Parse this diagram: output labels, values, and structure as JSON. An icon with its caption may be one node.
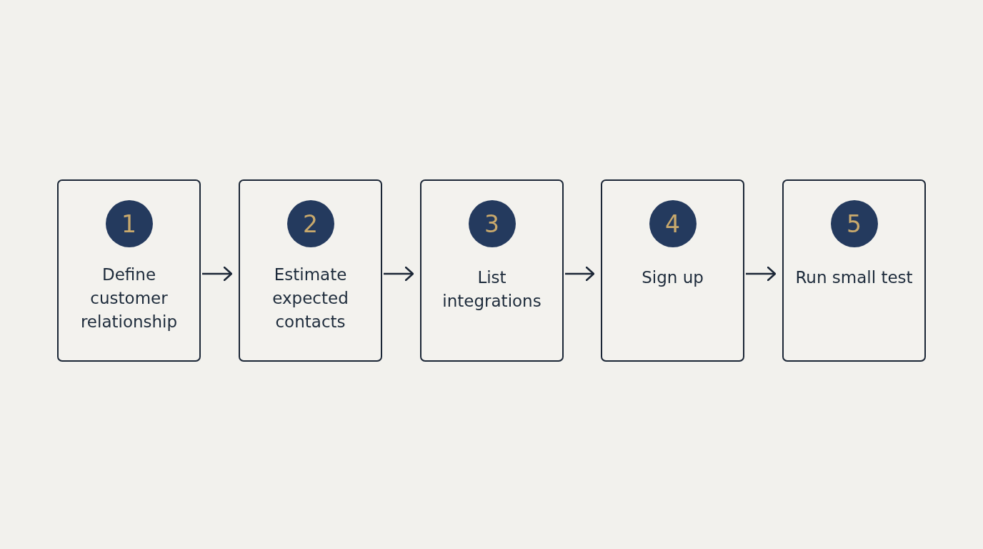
{
  "diagram": {
    "nodes": [
      {
        "text": [
          "1",
          "Define customer relationship"
        ]
      },
      {
        "text": [
          "2",
          "Estimate expected contacts"
        ]
      },
      {
        "text": [
          "3",
          "List integrations"
        ]
      },
      {
        "text": [
          "4",
          "Sign up"
        ]
      },
      {
        "text": [
          "5",
          "Run small test"
        ]
      }
    ],
    "edges": [
      {
        "from": 0,
        "to": 1,
        "arrow": "to"
      },
      {
        "from": 1,
        "to": 2,
        "arrow": "to"
      },
      {
        "from": 2,
        "to": 3,
        "arrow": "to"
      },
      {
        "from": 3,
        "to": 4,
        "arrow": "to"
      }
    ]
  }
}
